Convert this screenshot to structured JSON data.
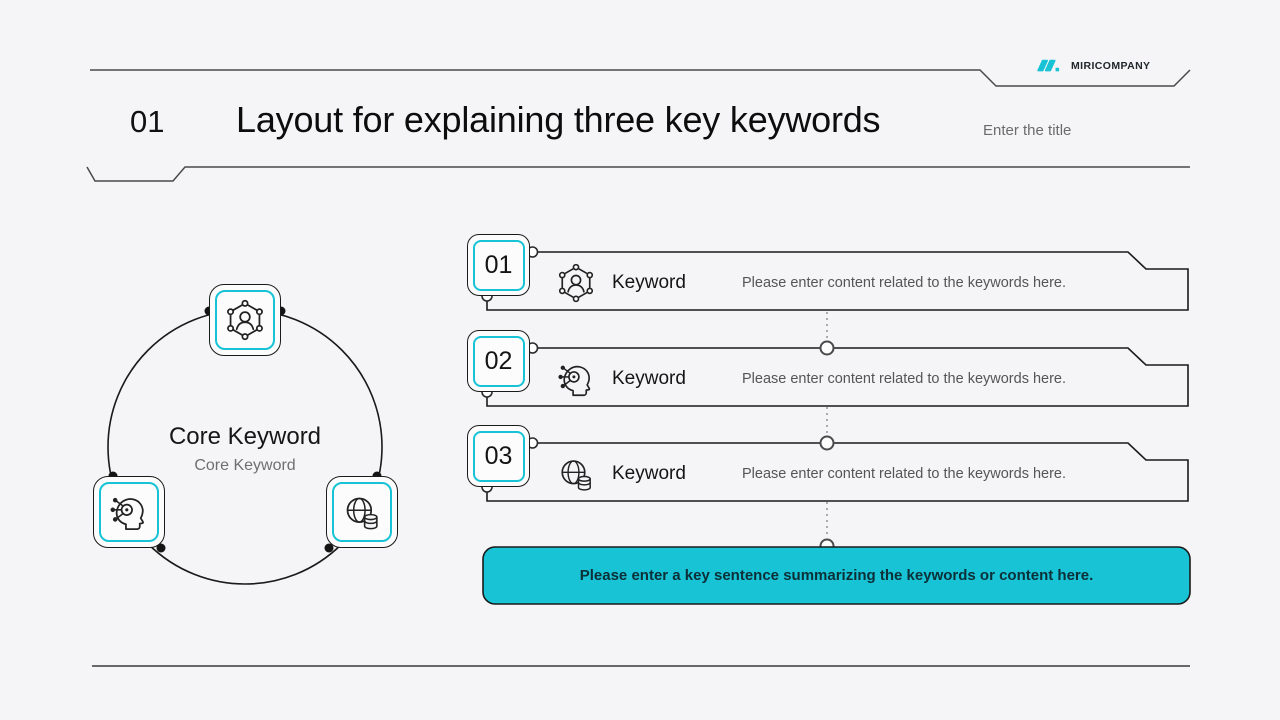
{
  "header": {
    "number": "01",
    "title": "Layout for explaining three key keywords",
    "subtitle": "Enter the title"
  },
  "brand": {
    "name": "MIRICOMPANY"
  },
  "core_diagram": {
    "title": "Core Keyword",
    "subtitle": "Core Keyword",
    "icons": [
      "network-people-icon",
      "ai-head-icon",
      "globe-database-icon"
    ]
  },
  "rows": [
    {
      "number": "01",
      "icon": "network-people-icon",
      "keyword": "Keyword",
      "description": "Please enter content related to the keywords here."
    },
    {
      "number": "02",
      "icon": "ai-head-icon",
      "keyword": "Keyword",
      "description": "Please enter content related to the keywords here."
    },
    {
      "number": "03",
      "icon": "globe-database-icon",
      "keyword": "Keyword",
      "description": "Please enter content related to the keywords here."
    }
  ],
  "banner": {
    "text": "Please enter a key sentence summarizing the keywords or content here."
  },
  "colors": {
    "accent": "#17C3D5",
    "line": "#1a1a1a",
    "background": "#F5F5F7"
  }
}
